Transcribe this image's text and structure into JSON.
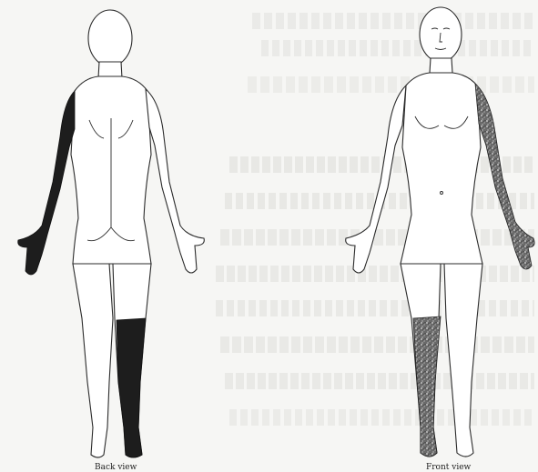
{
  "figure": {
    "captions": [
      "Back view",
      "Front view"
    ],
    "shading": {
      "back_view": [
        "left-arm",
        "right-lower-leg"
      ],
      "front_view": [
        "left-arm",
        "right-lower-leg"
      ]
    },
    "colors": {
      "dark_shade": "#1d1d1d",
      "outline": "#2b2b2b",
      "paper": "#f6f6f4"
    }
  }
}
